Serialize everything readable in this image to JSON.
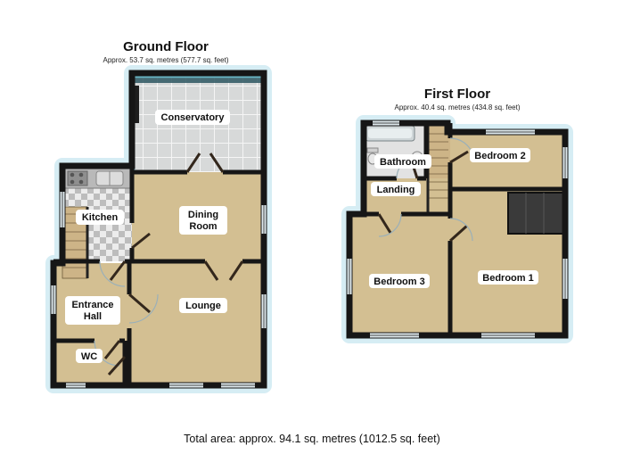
{
  "ground_floor": {
    "title": "Ground Floor",
    "subtitle": "Approx. 53.7 sq. metres (577.7 sq. feet)",
    "rooms": {
      "conservatory": "Conservatory",
      "kitchen": "Kitchen",
      "dining_line1": "Dining",
      "dining_line2": "Room",
      "hall_line1": "Entrance",
      "hall_line2": "Hall",
      "lounge": "Lounge",
      "wc": "WC"
    }
  },
  "first_floor": {
    "title": "First Floor",
    "subtitle": "Approx. 40.4 sq. metres (434.8 sq. feet)",
    "rooms": {
      "bathroom": "Bathroom",
      "landing": "Landing",
      "bedroom2": "Bedroom 2",
      "bedroom3": "Bedroom 3",
      "bedroom1": "Bedroom 1"
    }
  },
  "footer": {
    "total_area": "Total area: approx. 94.1 sq. metres (1012.5 sq. feet)"
  },
  "colors": {
    "floor_tan": "#d3bf92",
    "wall": "#161616",
    "glow": "#d6edf4",
    "label_bg": "#ffffff",
    "glass_teal": "#69b7c6",
    "door": "#33271c"
  }
}
